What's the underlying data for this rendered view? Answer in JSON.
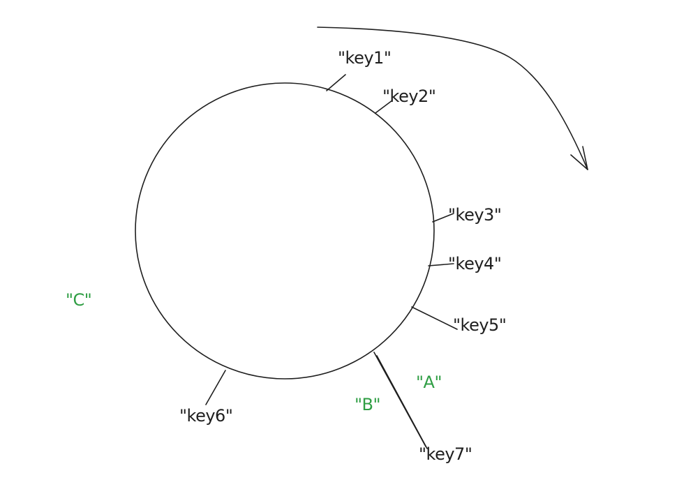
{
  "colors": {
    "ink": "#1e1e1e",
    "node": "#2f9e44",
    "background": "#ffffff"
  },
  "keys": [
    {
      "id": "key1",
      "label": "\"key1\""
    },
    {
      "id": "key2",
      "label": "\"key2\""
    },
    {
      "id": "key3",
      "label": "\"key3\""
    },
    {
      "id": "key4",
      "label": "\"key4\""
    },
    {
      "id": "key5",
      "label": "\"key5\""
    },
    {
      "id": "key6",
      "label": "\"key6\""
    },
    {
      "id": "key7",
      "label": "\"key7\""
    }
  ],
  "nodes": [
    {
      "id": "A",
      "label": "\"A\""
    },
    {
      "id": "B",
      "label": "\"B\""
    },
    {
      "id": "C",
      "label": "\"C\""
    }
  ]
}
